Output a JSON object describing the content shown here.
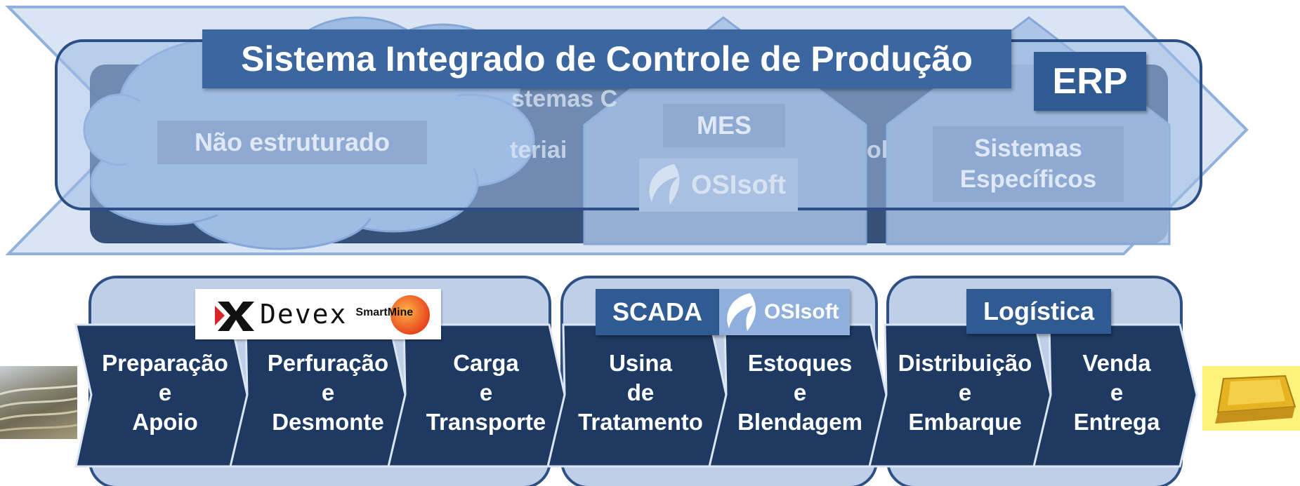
{
  "top": {
    "title": "Sistema Integrado de Controle de Produção",
    "erp_label": "ERP",
    "unstructured_label": "Não estruturado",
    "background_fragments": [
      "stemas C",
      "teriai",
      "ol"
    ],
    "mes_label": "MES",
    "osisoft_logo_text": "OSIsoft",
    "specific_systems_label": [
      "Sistemas",
      "Específicos"
    ]
  },
  "bottom": {
    "devex_logo_text": "Devex",
    "smartmine_logo_text": "SmartMine",
    "scada_label": "SCADA",
    "osisoft_logo_text": "OSIsoft",
    "logistics_label": "Logística",
    "steps": [
      {
        "lines": [
          "Preparação",
          "e",
          "Apoio"
        ]
      },
      {
        "lines": [
          "Perfuração",
          "e",
          "Desmonte"
        ]
      },
      {
        "lines": [
          "Carga",
          "e",
          "Transporte"
        ]
      },
      {
        "lines": [
          "Usina",
          "de",
          "Tratamento"
        ]
      },
      {
        "lines": [
          "Estoques",
          "e",
          "Blendagem"
        ]
      },
      {
        "lines": [
          "Distribuição",
          "e",
          "Embarque"
        ]
      },
      {
        "lines": [
          "Venda",
          "e",
          "Entrega"
        ]
      }
    ]
  },
  "colors": {
    "chevron_dark": "#1f3a63",
    "panel_light": "#bccde6",
    "panel_border": "#2d5185",
    "tag_blue": "#2f5a92",
    "banner_light": "#d5e2f3",
    "gold": "#e8b820"
  },
  "icons": [
    "mine-photo",
    "gold-bar-image",
    "osisoft-logo",
    "devex-logo",
    "smartmine-logo"
  ]
}
